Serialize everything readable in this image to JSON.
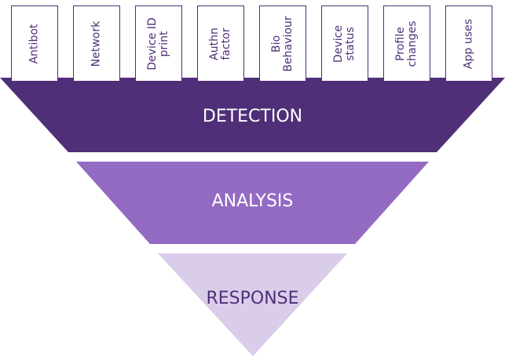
{
  "colors": {
    "detection": "#4f2f78",
    "analysis": "#936bc3",
    "response": "#dacdea",
    "box_border": "#4f2f78",
    "box_text": "#4f2f78",
    "label_light": "#ffffff",
    "label_dark": "#4f2f78"
  },
  "inputs": [
    {
      "label": "Antibot"
    },
    {
      "label": "Network"
    },
    {
      "label": "Device ID\nprint"
    },
    {
      "label": "Authn\nfactor"
    },
    {
      "label": "Bio\nBehaviour"
    },
    {
      "label": "Device\nstatus"
    },
    {
      "label": "Profile\nchanges"
    },
    {
      "label": "App uses"
    }
  ],
  "stages": [
    {
      "label": "DETECTION"
    },
    {
      "label": "ANALYSIS"
    },
    {
      "label": "RESPONSE"
    }
  ]
}
